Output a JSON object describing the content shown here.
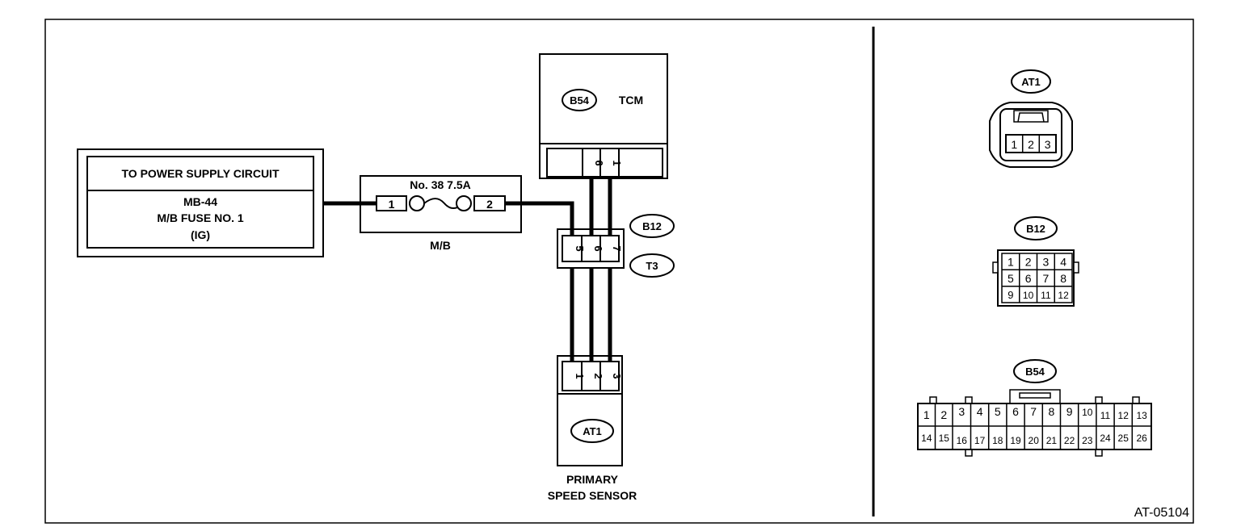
{
  "power": {
    "title": "TO POWER SUPPLY CIRCUIT",
    "line1": "MB-44",
    "line2": "M/B FUSE NO. 1",
    "line3": "(IG)"
  },
  "fuse": {
    "title": "No. 38 7.5A",
    "pin_left": "1",
    "pin_right": "2",
    "label": "M/B"
  },
  "tcm": {
    "connector": "B54",
    "label": "TCM",
    "pins": [
      "6",
      "1"
    ]
  },
  "joint": {
    "connector_top": "B12",
    "connector_bottom": "T3",
    "pins": [
      "5",
      "6",
      "7"
    ]
  },
  "sensor": {
    "connector": "AT1",
    "pins": [
      "1",
      "2",
      "3"
    ],
    "label_line1": "PRIMARY",
    "label_line2": "SPEED SENSOR"
  },
  "connectors": {
    "at1": {
      "name": "AT1",
      "pins": [
        "1",
        "2",
        "3"
      ]
    },
    "b12": {
      "name": "B12",
      "pins": [
        "1",
        "2",
        "3",
        "4",
        "5",
        "6",
        "7",
        "8",
        "9",
        "10",
        "11",
        "12"
      ]
    },
    "b54": {
      "name": "B54",
      "row1": [
        "1",
        "2",
        "3",
        "4",
        "5",
        "6",
        "7",
        "8",
        "9",
        "10",
        "11",
        "12",
        "13"
      ],
      "row2": [
        "14",
        "15",
        "16",
        "17",
        "18",
        "19",
        "20",
        "21",
        "22",
        "23",
        "24",
        "25",
        "26"
      ]
    }
  },
  "figure_id": "AT-05104"
}
